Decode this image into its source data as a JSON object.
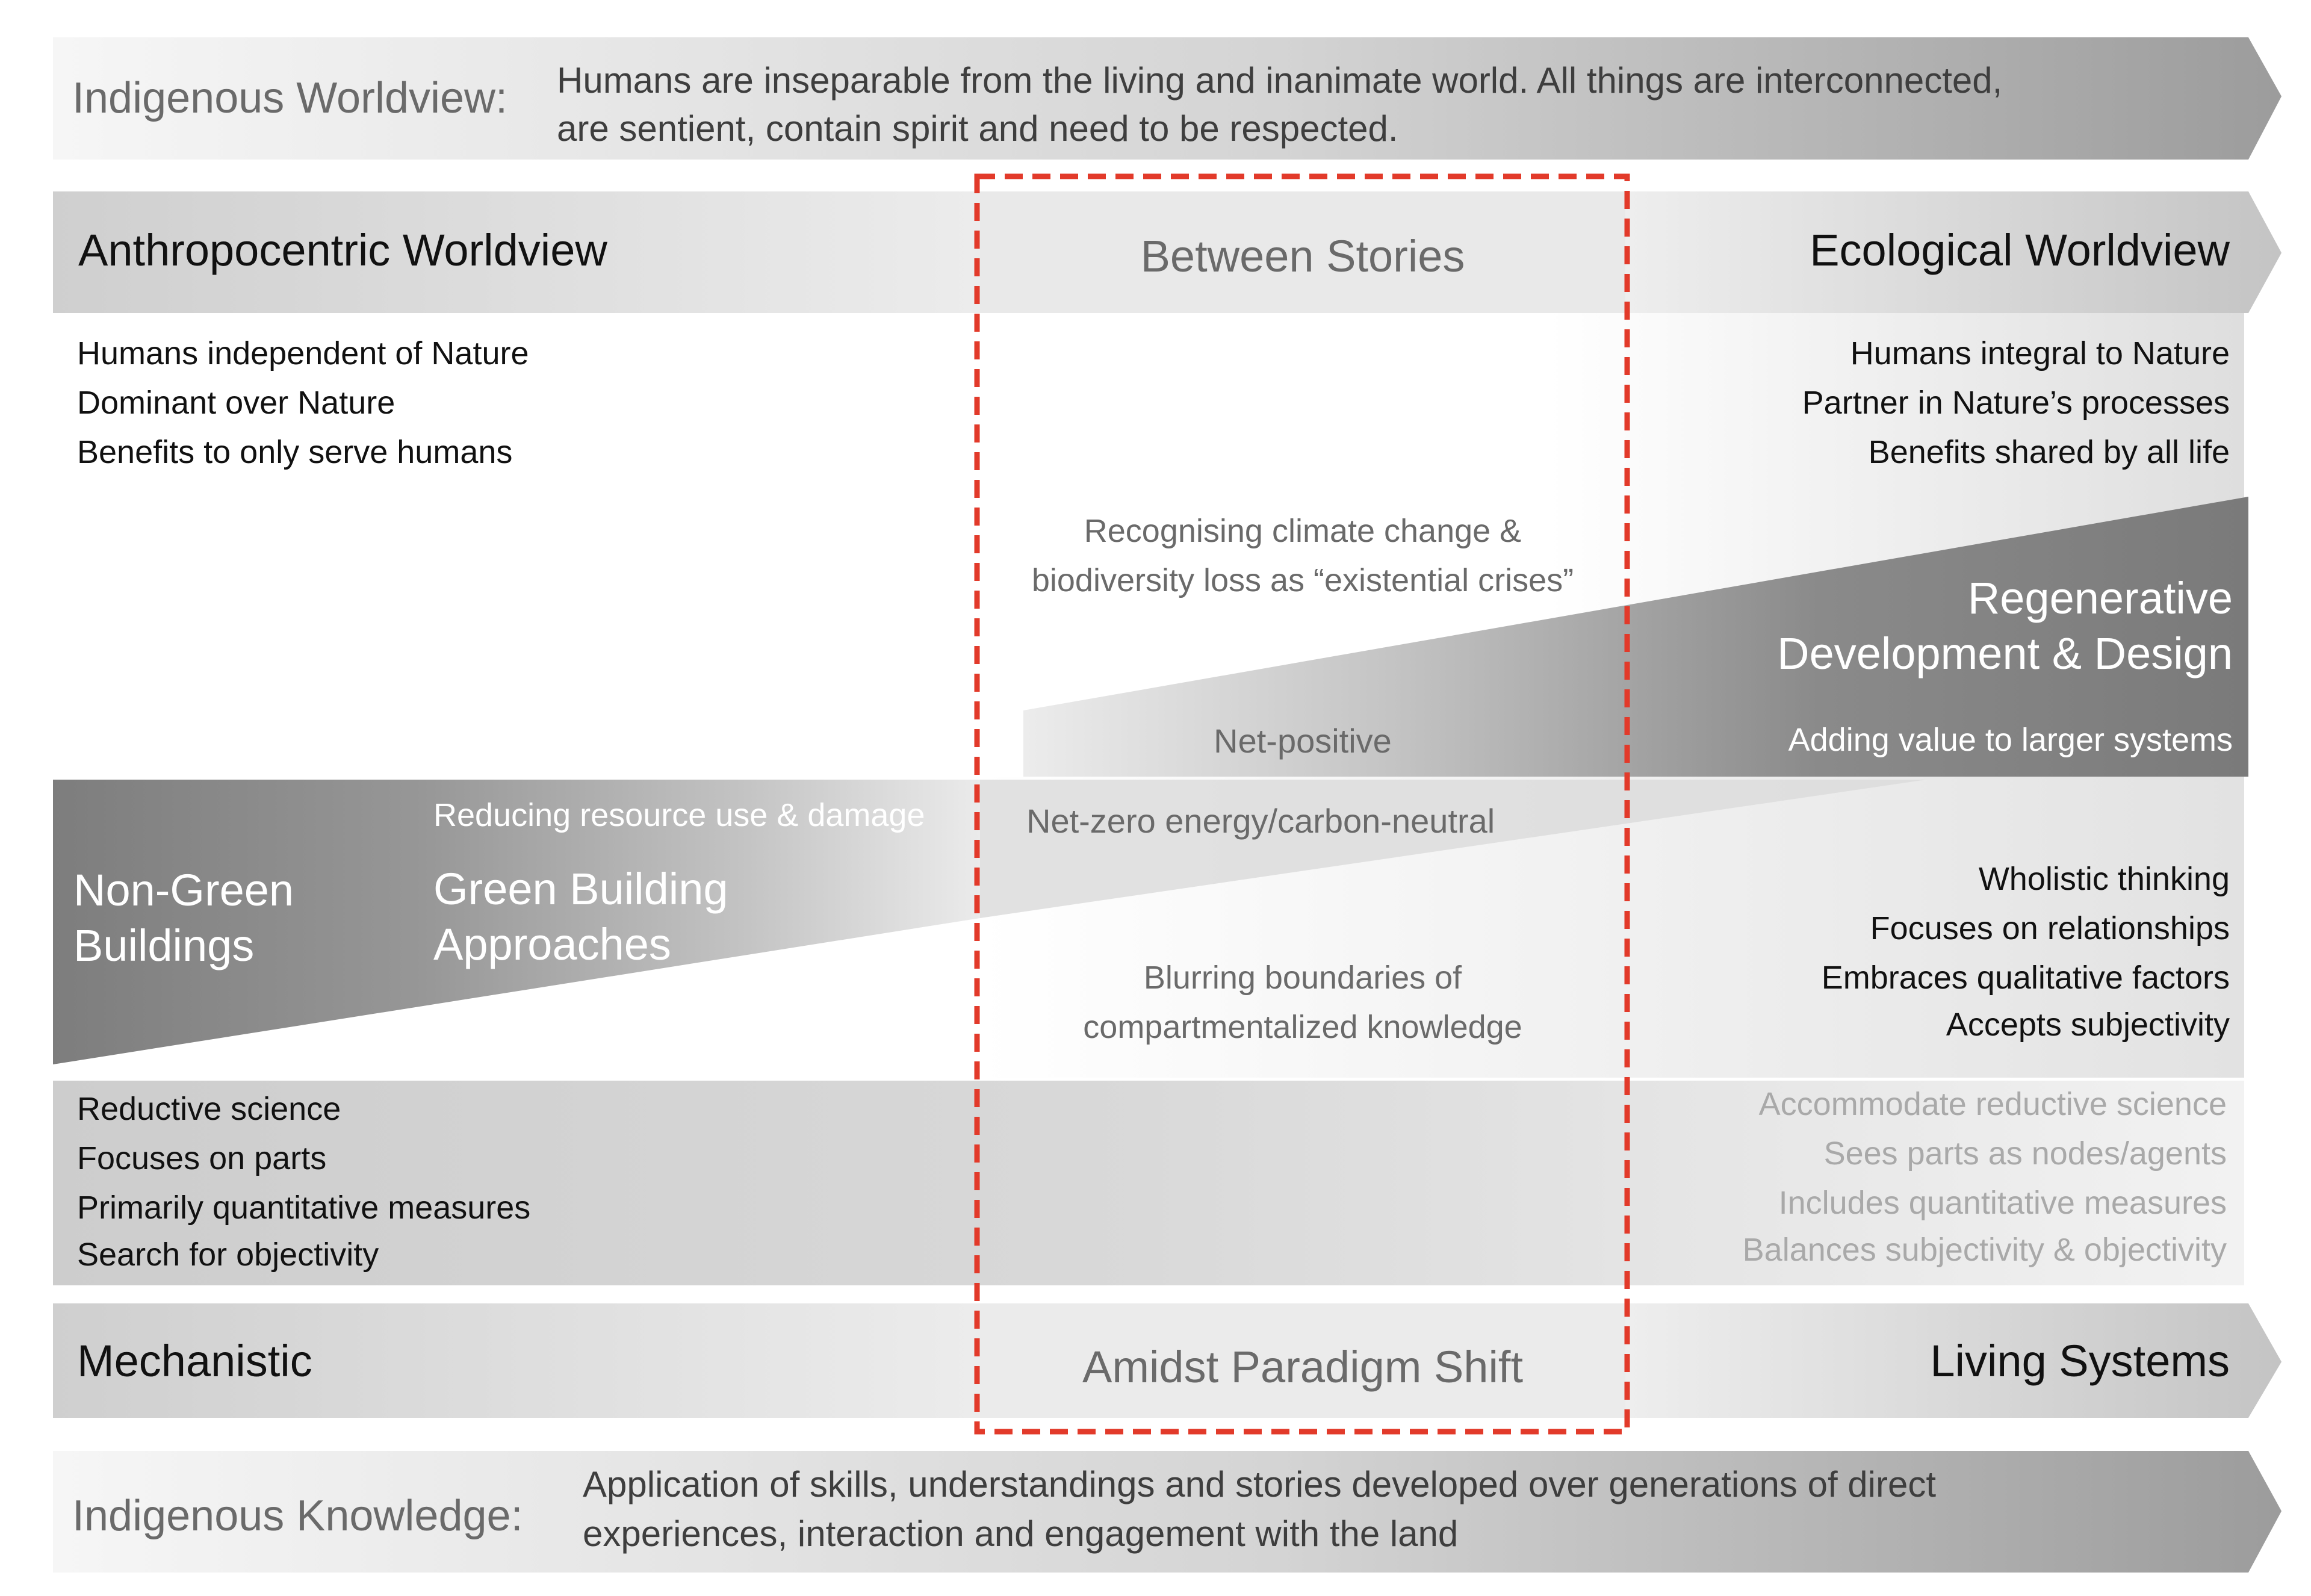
{
  "indigenous_worldview": {
    "label": "Indigenous Worldview:",
    "text_line1": "Humans are inseparable from the living and inanimate world. All things are interconnected,",
    "text_line2": "are sentient, contain spirit and need to be respected."
  },
  "worldviews": {
    "left_title": "Anthropocentric Worldview",
    "center_title": "Between Stories",
    "right_title": "Ecological Worldview"
  },
  "anthropocentric_points": [
    "Humans independent of Nature",
    "Dominant over Nature",
    "Benefits to only serve humans"
  ],
  "ecological_points": [
    "Humans integral to Nature",
    "Partner in Nature’s processes",
    "Benefits shared by all life"
  ],
  "center": {
    "crises_line1": "Recognising climate change &",
    "crises_line2": "biodiversity loss as “existential crises”",
    "net_positive": "Net-positive",
    "net_zero": "Net-zero energy/carbon-neutral",
    "blurring_line1": "Blurring boundaries of",
    "blurring_line2": "compartmentalized knowledge"
  },
  "regenerative": {
    "title_line1": "Regenerative",
    "title_line2": "Development & Design",
    "subtitle": "Adding value to larger systems"
  },
  "non_green": {
    "line1": "Non-Green",
    "line2": "Buildings"
  },
  "green_building": {
    "caption": "Reducing resource use & damage",
    "line1": "Green Building",
    "line2": "Approaches"
  },
  "living_points": [
    "Wholistic thinking",
    "Focuses on relationships",
    "Embraces qualitative factors",
    "Accepts subjectivity"
  ],
  "mechanistic_points": [
    "Reductive science",
    "Focuses on parts",
    "Primarily quantitative measures",
    "Search for objectivity"
  ],
  "living_secondary_points": [
    "Accommodate reductive science",
    "Sees parts as nodes/agents",
    "Includes quantitative measures",
    "Balances subjectivity & objectivity"
  ],
  "paradigms": {
    "left_title": "Mechanistic",
    "center_title": "Amidst Paradigm Shift",
    "right_title": "Living Systems"
  },
  "indigenous_knowledge": {
    "label": "Indigenous Knowledge:",
    "text_line1": "Application of skills, understandings and stories developed over generations of direct",
    "text_line2": "experiences, interaction and engagement with the land"
  },
  "colors": {
    "highlight_border": "#e23a2a",
    "band_dark": "#7c7c7c",
    "band_light": "#e4e4e4"
  }
}
